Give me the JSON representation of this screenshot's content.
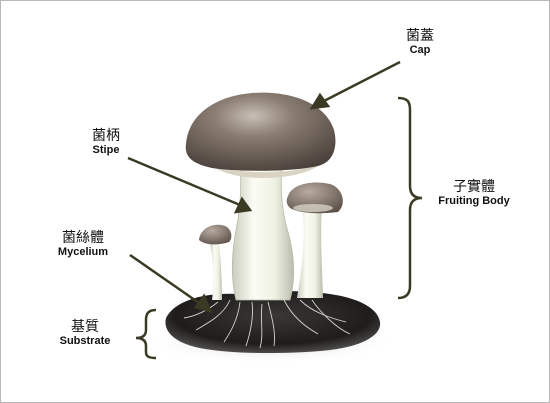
{
  "labels": {
    "cap": {
      "zh": "菌蓋",
      "en": "Cap"
    },
    "stipe": {
      "zh": "菌柄",
      "en": "Stipe"
    },
    "fruiting": {
      "zh": "子實體",
      "en": "Fruiting Body"
    },
    "mycelium": {
      "zh": "菌絲體",
      "en": "Mycelium"
    },
    "substrate": {
      "zh": "基質",
      "en": "Substrate"
    }
  },
  "colors": {
    "annotation": "#3b3a24",
    "cap": "#6e6259",
    "stem": "#f1f3e6",
    "soil": "#2c2a28"
  }
}
